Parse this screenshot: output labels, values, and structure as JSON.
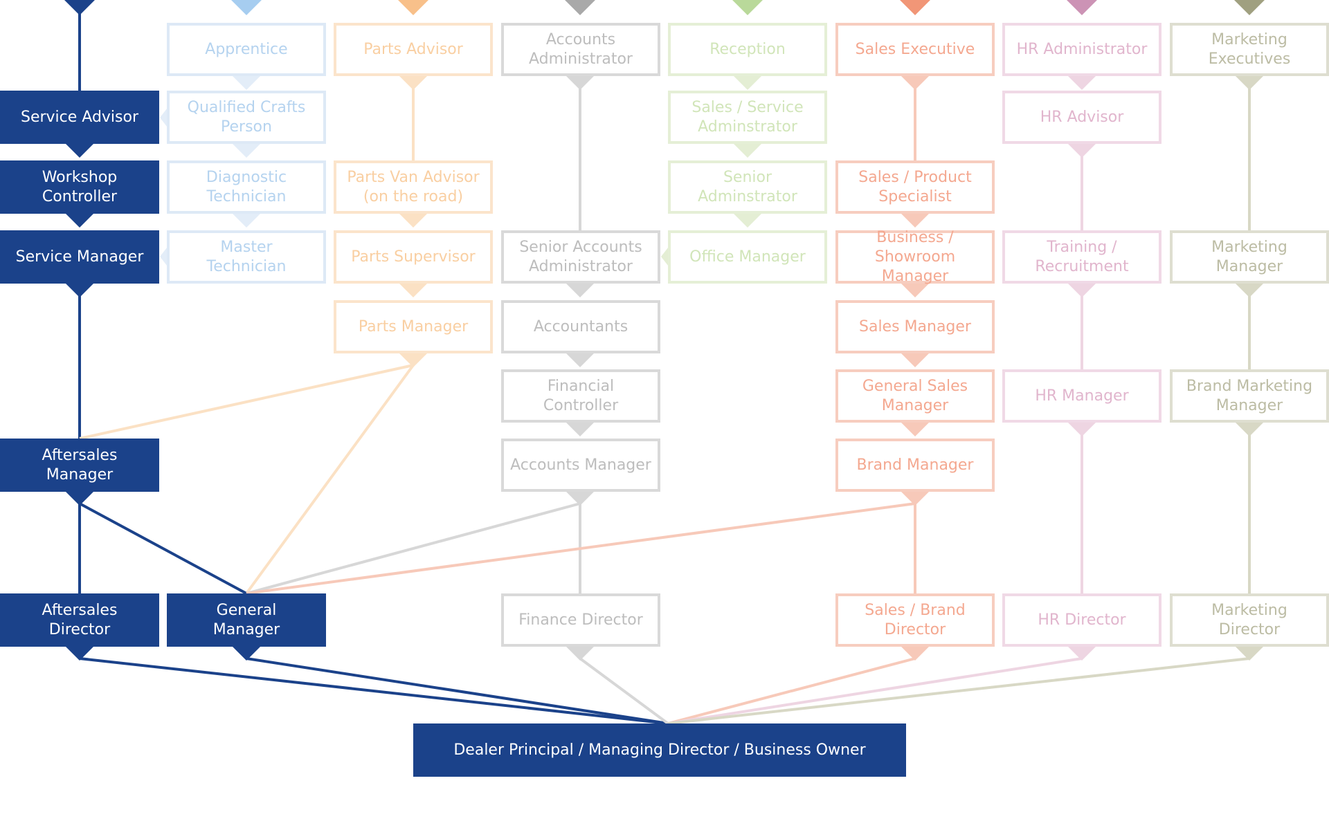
{
  "colors": {
    "navy": "#1b428a",
    "blue": "#dde9f6",
    "orange": "#fbe4cb",
    "gray": "#d9d9d9",
    "green": "#e5efd6",
    "red": "#f7cdbf",
    "pink": "#f0d9e6",
    "olive": "#deded0",
    "blue_text": "#b5d3ef",
    "orange_text": "#f9cfa2",
    "gray_text": "#bdbdbd",
    "green_text": "#d1e5b9",
    "red_text": "#f4a890",
    "pink_text": "#e1b5cd",
    "olive_text": "#bcbca4"
  },
  "columns": [
    {
      "id": "service",
      "color": "navy",
      "arrow": "#1b428a"
    },
    {
      "id": "technical",
      "color": "blue",
      "arrow": "#a6cdf0"
    },
    {
      "id": "parts",
      "color": "orange",
      "arrow": "#f8c08a"
    },
    {
      "id": "accounts",
      "color": "gray",
      "arrow": "#a9a9a9"
    },
    {
      "id": "reception",
      "color": "green",
      "arrow": "#b9d99a"
    },
    {
      "id": "sales",
      "color": "red",
      "arrow": "#f19677"
    },
    {
      "id": "hr",
      "color": "pink",
      "arrow": "#cc93b5"
    },
    {
      "id": "marketing",
      "color": "olive",
      "arrow": "#a0a080"
    }
  ],
  "nodes": {
    "service_advisor": "Service Advisor",
    "workshop_controller": "Workshop\nController",
    "service_manager": "Service Manager",
    "aftersales_manager": "Aftersales\nManager",
    "aftersales_director": "Aftersales\nDirector",
    "general_manager": "General\nManager",
    "apprentice": "Apprentice",
    "qualified_crafts_person": "Qualified Crafts\nPerson",
    "diagnostic_technician": "Diagnostic\nTechnician",
    "master_technician": "Master\nTechnician",
    "parts_advisor": "Parts Advisor",
    "parts_van_advisor": "Parts Van Advisor\n(on the road)",
    "parts_supervisor": "Parts Supervisor",
    "parts_manager": "Parts Manager",
    "accounts_administrator": "Accounts\nAdministrator",
    "senior_accounts_administrator": "Senior Accounts\nAdministrator",
    "accountants": "Accountants",
    "financial_controller": "Financial\nController",
    "accounts_manager": "Accounts Manager",
    "finance_director": "Finance Director",
    "reception": "Reception",
    "sales_service_administrator": "Sales / Service\nAdminstrator",
    "senior_administrator": "Senior\nAdminstrator",
    "office_manager": "Office Manager",
    "sales_executive": "Sales Executive",
    "sales_product_specialist": "Sales / Product\nSpecialist",
    "business_showroom_manager": "Business / Showroom\nManager",
    "sales_manager": "Sales Manager",
    "general_sales_manager": "General Sales\nManager",
    "brand_manager": "Brand Manager",
    "sales_brand_director": "Sales / Brand\nDirector",
    "hr_administrator": "HR Administrator",
    "hr_advisor": "HR Advisor",
    "training_recruitment": "Training /\nRecruitment",
    "hr_manager": "HR Manager",
    "hr_director": "HR Director",
    "marketing_executives": "Marketing\nExecutives",
    "marketing_manager": "Marketing\nManager",
    "brand_marketing_manager": "Brand Marketing\nManager",
    "marketing_director": "Marketing\nDirector",
    "dealer_principal": "Dealer Principal / Managing Director / Business Owner"
  }
}
